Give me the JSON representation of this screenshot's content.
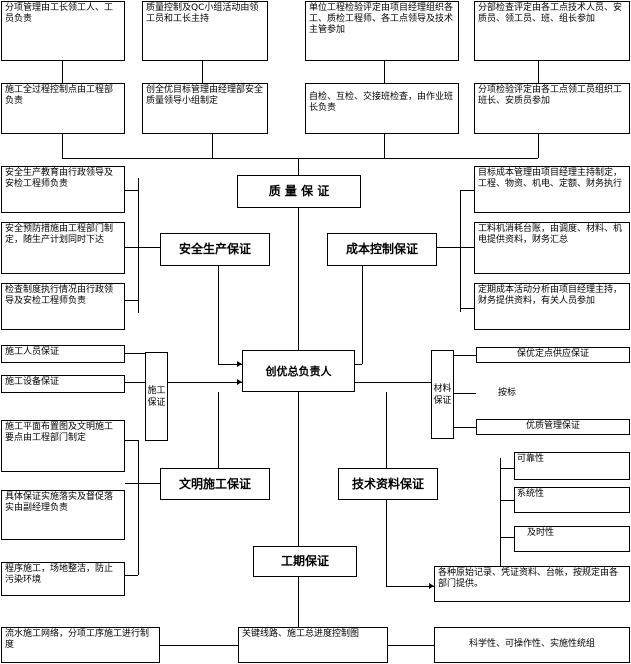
{
  "top_row": [
    "分项管理由工长领工人、工员负责",
    "质量控制及QC小组活动由领工员和工长主持",
    "单位工程检验评定由项目经理组织各工、质检工程师、各工点领导及技术主管参加",
    "分部检查评定由各工点技术人员、安质员、领工员、班、组长参加"
  ],
  "second_row": [
    "施工全过程控制点由工程部负责",
    "创全优目标管理由经理部安全质量领导小组制定",
    "自检、互检、交接班检查，由作业班长负责",
    "分项检验评定由各工点领工员组织工班长、安质员参加"
  ],
  "quality_header": "质 量 保 证",
  "safety_header": "安全生产保证",
  "safety_items": [
    "安全生产教育由行政领导及安检工程师负责",
    "安全预防措施由工程部门制定，随生产计划同时下达",
    "检查制度执行情况由行政领导及安检工程师负责"
  ],
  "cost_header": "成本控制保证",
  "cost_items": [
    "目标成本管理由项目经理主持制定，工程、物资、机电、定额、财务执行",
    "工料机消耗台账，由调度、材料、机电提供资料，财务汇总",
    "定期成本活动分析由项目经理主持，财务提供资料，有关人员参加"
  ],
  "center": "创优总负责人",
  "construction_guarantee": [
    "施工",
    "保证"
  ],
  "construction_items": [
    "施工人员保证",
    "施工设备保证"
  ],
  "material_guarantee": [
    "材料",
    "保证"
  ],
  "material_items": [
    "保优定点供应保证",
    "按标",
    "优质管理保证"
  ],
  "civil_header": "文明施工保证",
  "civil_items": [
    "施工平面布置图及文明施工要点由工程部门制定",
    "具体保证实施落实及督促落实由副经理负责",
    "程序施工，场地整洁，防止污染环境"
  ],
  "tech_header": "技术资料保证",
  "tech_attrs": [
    "可靠性",
    "系统性",
    "及时性"
  ],
  "tech_source": "各种原始记录、凭证资料、台帐，按规定由各部门提供。",
  "schedule_header": "工期保证",
  "schedule_items": [
    "流水施工网络，分项工序施工进行制度",
    "关键线路、施工总进度控制图",
    "科学性、可操作性、实施性统组"
  ]
}
